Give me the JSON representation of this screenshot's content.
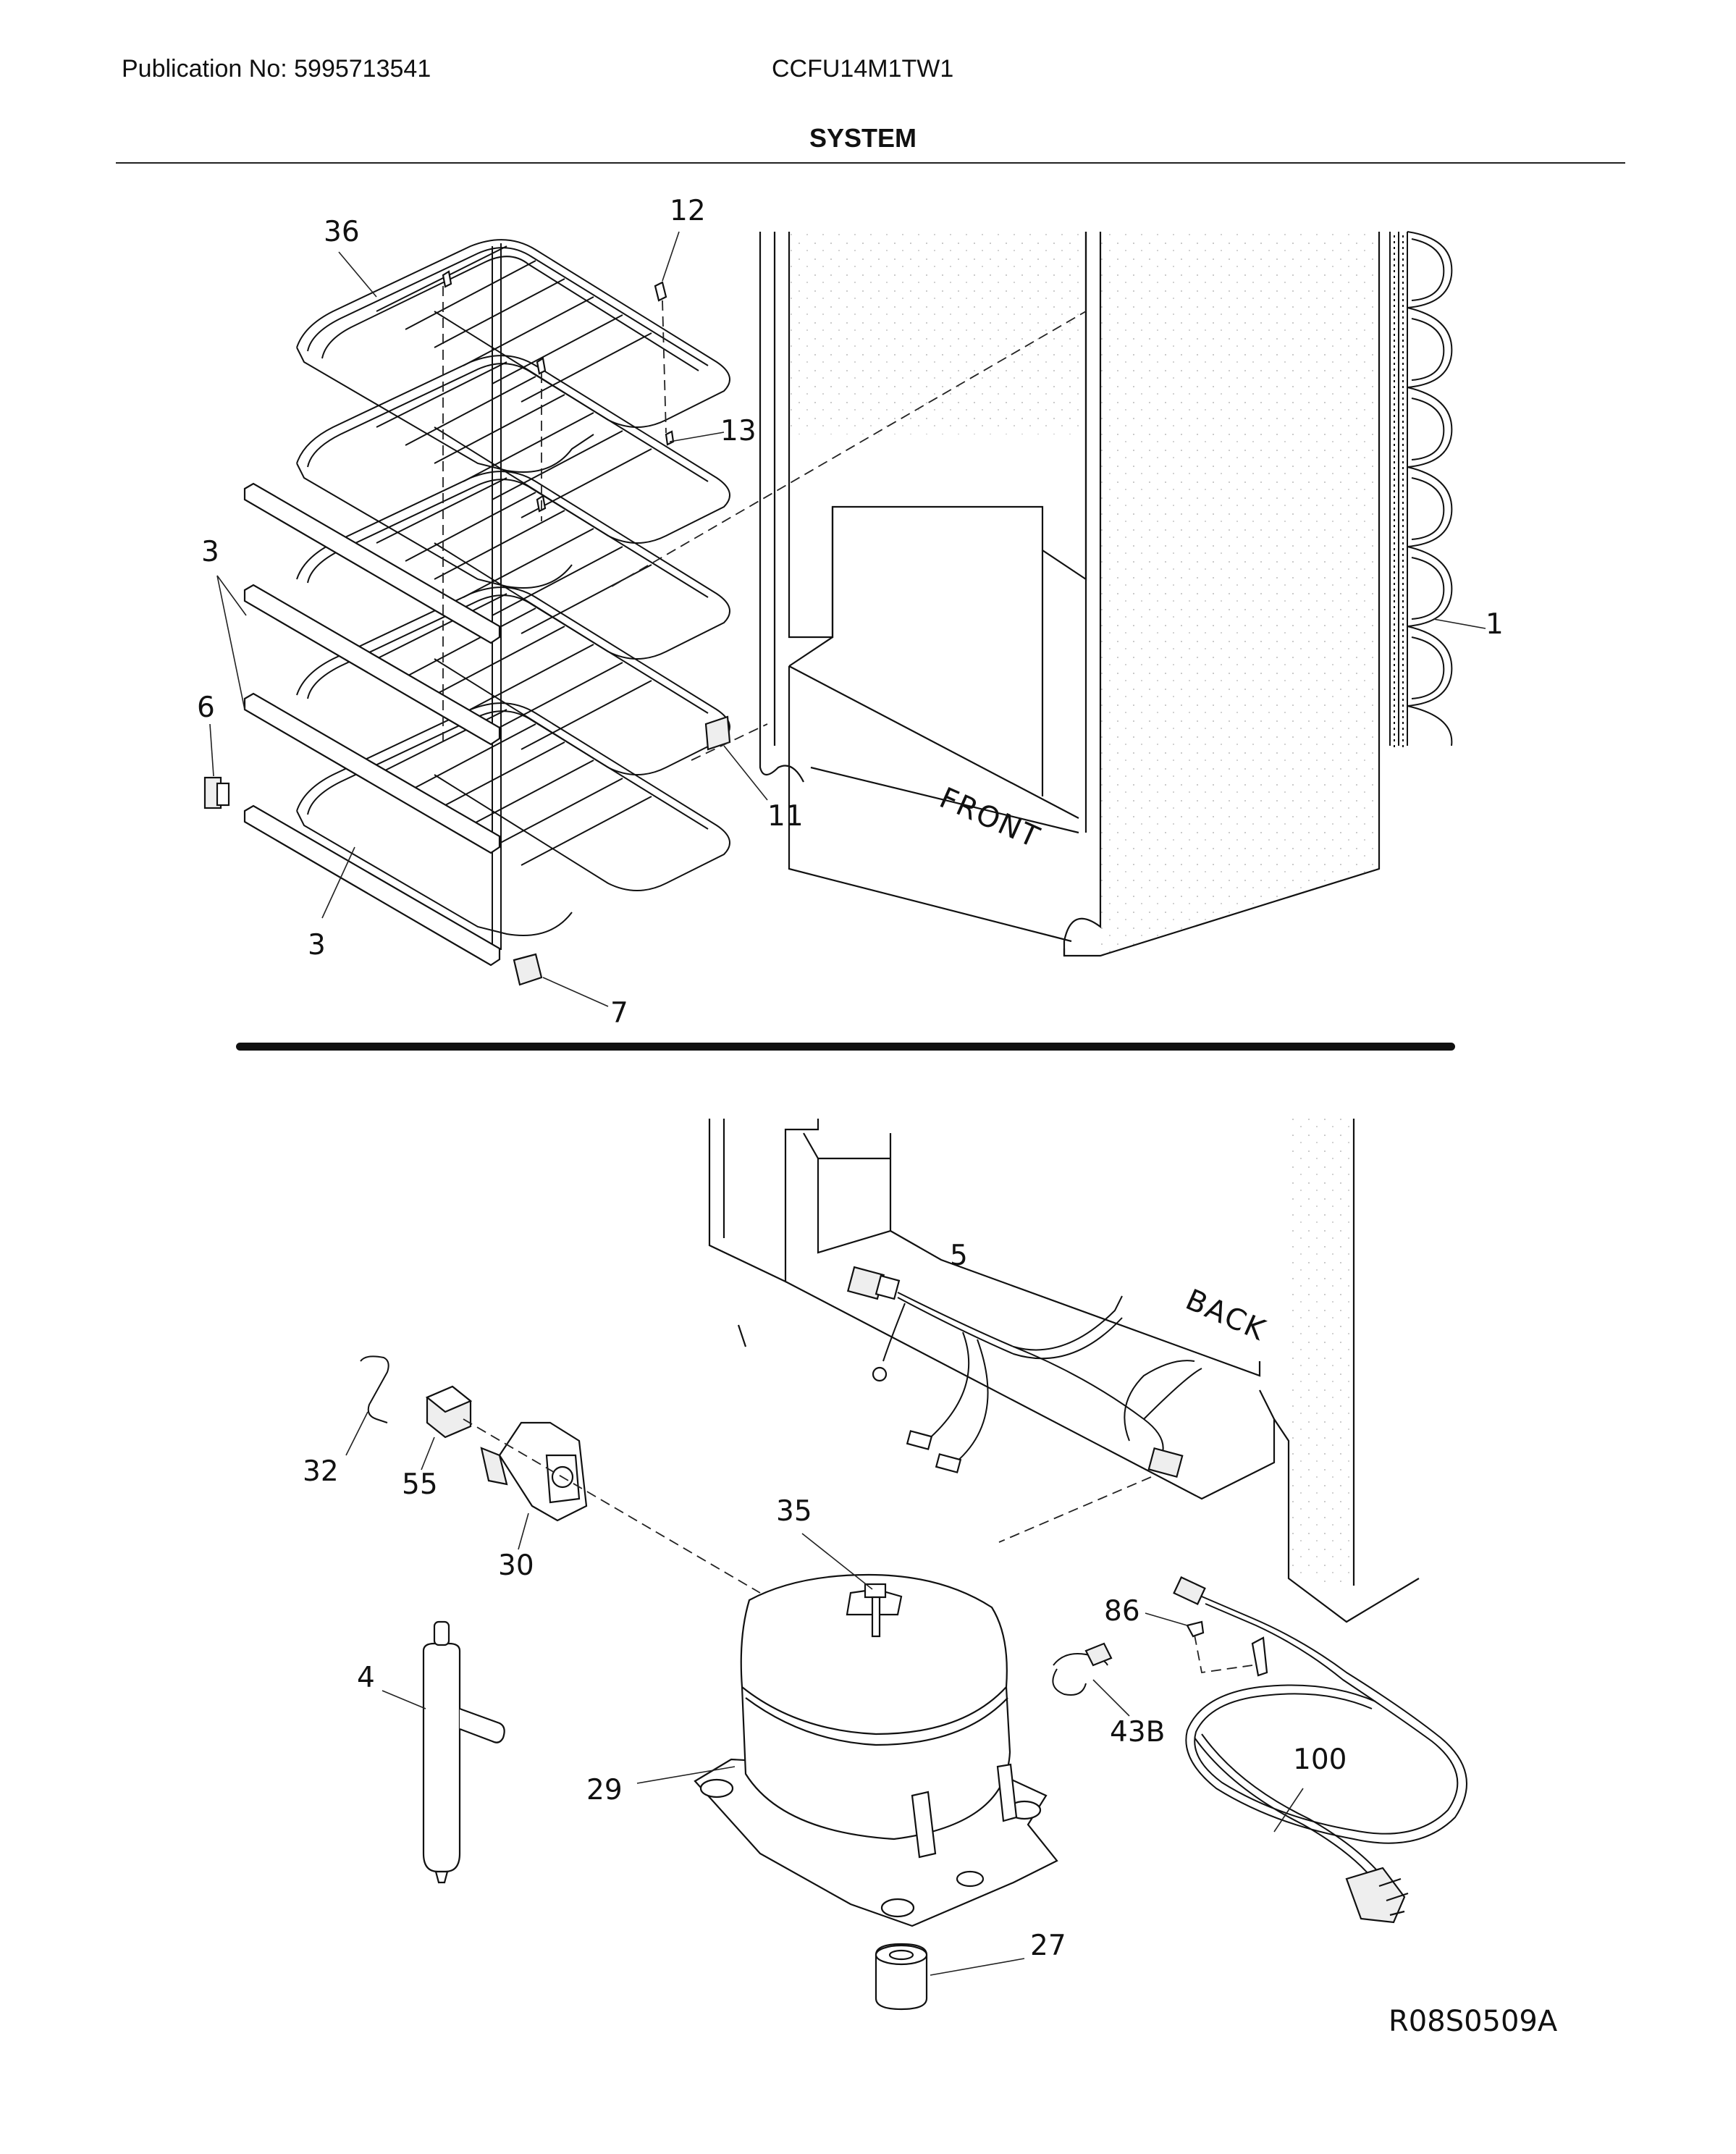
{
  "header": {
    "publication": "Publication No: 5995713541",
    "model": "CCFU14M1TW1",
    "title": "SYSTEM"
  },
  "diagram": {
    "side_labels": {
      "front": "FRONT",
      "back": "BACK"
    },
    "drawing_ref": "R08S0509A",
    "callouts": [
      "36",
      "12",
      "13",
      "3",
      "3",
      "6",
      "11",
      "1",
      "3",
      "7",
      "5",
      "32",
      "55",
      "30",
      "35",
      "86",
      "4",
      "43B",
      "100",
      "29",
      "27"
    ]
  }
}
